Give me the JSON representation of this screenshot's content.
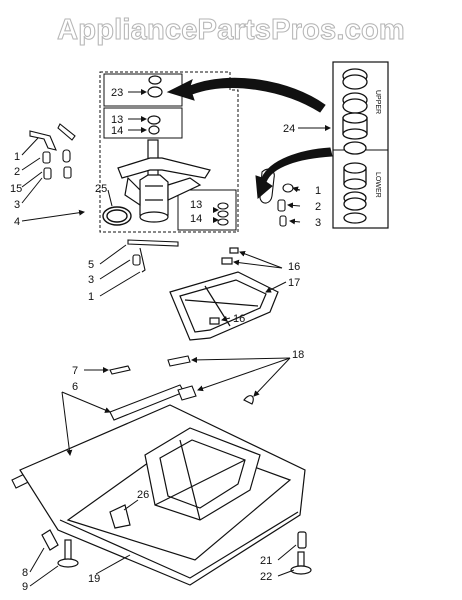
{
  "watermark": "AppliancePartsPros.com",
  "inset_labels": {
    "upper": "UPPER",
    "lower": "LOWER"
  },
  "callouts": {
    "c23": "23",
    "c13a": "13",
    "c14a": "14",
    "c24": "24",
    "c1a": "1",
    "c2a": "2",
    "c15": "15",
    "c3a": "3",
    "c4": "4",
    "c25": "25",
    "c1b": "1",
    "c2b": "2",
    "c3b": "3",
    "c13b": "13",
    "c14b": "14",
    "c5": "5",
    "c3c": "3",
    "c1c": "1",
    "c16a": "16",
    "c17": "17",
    "c16b": "16",
    "c7": "7",
    "c6": "6",
    "c18": "18",
    "c26": "26",
    "c8": "8",
    "c9": "9",
    "c19": "19",
    "c21": "21",
    "c22": "22"
  },
  "colors": {
    "line": "#111111",
    "watermark_outline": "#b5b5b5"
  }
}
